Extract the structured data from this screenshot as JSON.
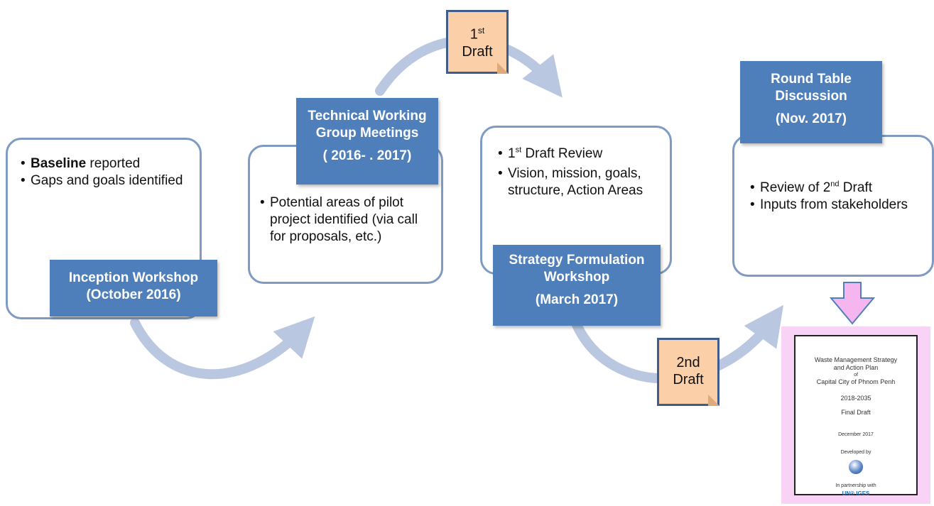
{
  "colors": {
    "accent": "#4f7fbb",
    "card_border": "#7f9bc3",
    "arrow": "#b9c7e0",
    "note_fill": "#fbcfa8",
    "note_border": "#3e5d8c",
    "doc_bg": "#f9d3f5",
    "down_arrow_fill": "#f5b5ee"
  },
  "stages": {
    "inception": {
      "title": "Inception Workshop",
      "date": "(October 2016)",
      "bullet1_bold": "Baseline",
      "bullet1_rest": " reported",
      "bullet2": "Gaps and goals identified"
    },
    "technical": {
      "title": "Technical Working Group Meetings",
      "date": "( 2016- . 2017)",
      "bullet1": "Potential areas of pilot project identified (via call for proposals, etc.)"
    },
    "strategy": {
      "title": "Strategy Formulation Workshop",
      "date": "(March 2017)",
      "bullet1_pre": "1",
      "bullet1_sup": "st",
      "bullet1_rest": " Draft Review",
      "bullet2": "Vision, mission, goals, structure, Action Areas"
    },
    "roundtable": {
      "title": "Round Table Discussion",
      "date": "(Nov. 2017)",
      "bullet1_pre": "Review of 2",
      "bullet1_sup": "nd",
      "bullet1_rest": " Draft",
      "bullet2": "Inputs from stakeholders"
    }
  },
  "notes": {
    "first_draft_num": "1",
    "first_draft_sup": "st",
    "first_draft_word": "Draft",
    "second_draft_line1": "2nd",
    "second_draft_line2": "Draft"
  },
  "document": {
    "title_line1": "Waste Management Strategy",
    "title_line2": "and Action Plan",
    "title_line3": "of",
    "title_line4": "Capital City of Phnom Penh",
    "years": "2018-2035",
    "status": "Final Draft",
    "date": "December 2017",
    "developed_by": "Developed by",
    "partnership": "In partnership with",
    "logo_text": "UN® IGES"
  }
}
